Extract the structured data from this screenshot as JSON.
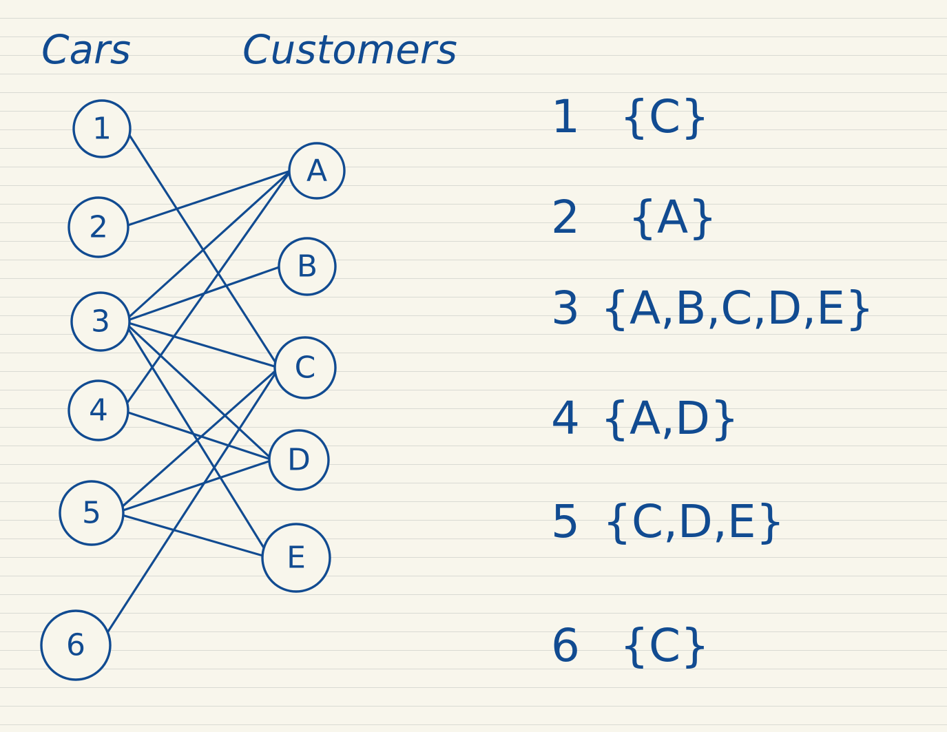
{
  "headers": {
    "cars": "Cars",
    "customers": "Customers"
  },
  "cars": [
    "1",
    "2",
    "3",
    "4",
    "5",
    "6"
  ],
  "customers": [
    "A",
    "B",
    "C",
    "D",
    "E"
  ],
  "edges": [
    [
      "1",
      "C"
    ],
    [
      "2",
      "A"
    ],
    [
      "3",
      "A"
    ],
    [
      "3",
      "B"
    ],
    [
      "3",
      "C"
    ],
    [
      "3",
      "D"
    ],
    [
      "3",
      "E"
    ],
    [
      "4",
      "A"
    ],
    [
      "4",
      "D"
    ],
    [
      "5",
      "C"
    ],
    [
      "5",
      "D"
    ],
    [
      "5",
      "E"
    ],
    [
      "6",
      "C"
    ]
  ],
  "sets": [
    {
      "car": "1",
      "set": "{C}"
    },
    {
      "car": "2",
      "set": "{A}"
    },
    {
      "car": "3",
      "set": "{A,B,C,D,E}"
    },
    {
      "car": "4",
      "set": "{A,D}"
    },
    {
      "car": "5",
      "set": "{C,D,E}"
    },
    {
      "car": "6",
      "set": "{C}"
    }
  ],
  "colors": {
    "ink": "#114b91",
    "paper": "#f8f6ec",
    "rule": "#d9dad3"
  }
}
